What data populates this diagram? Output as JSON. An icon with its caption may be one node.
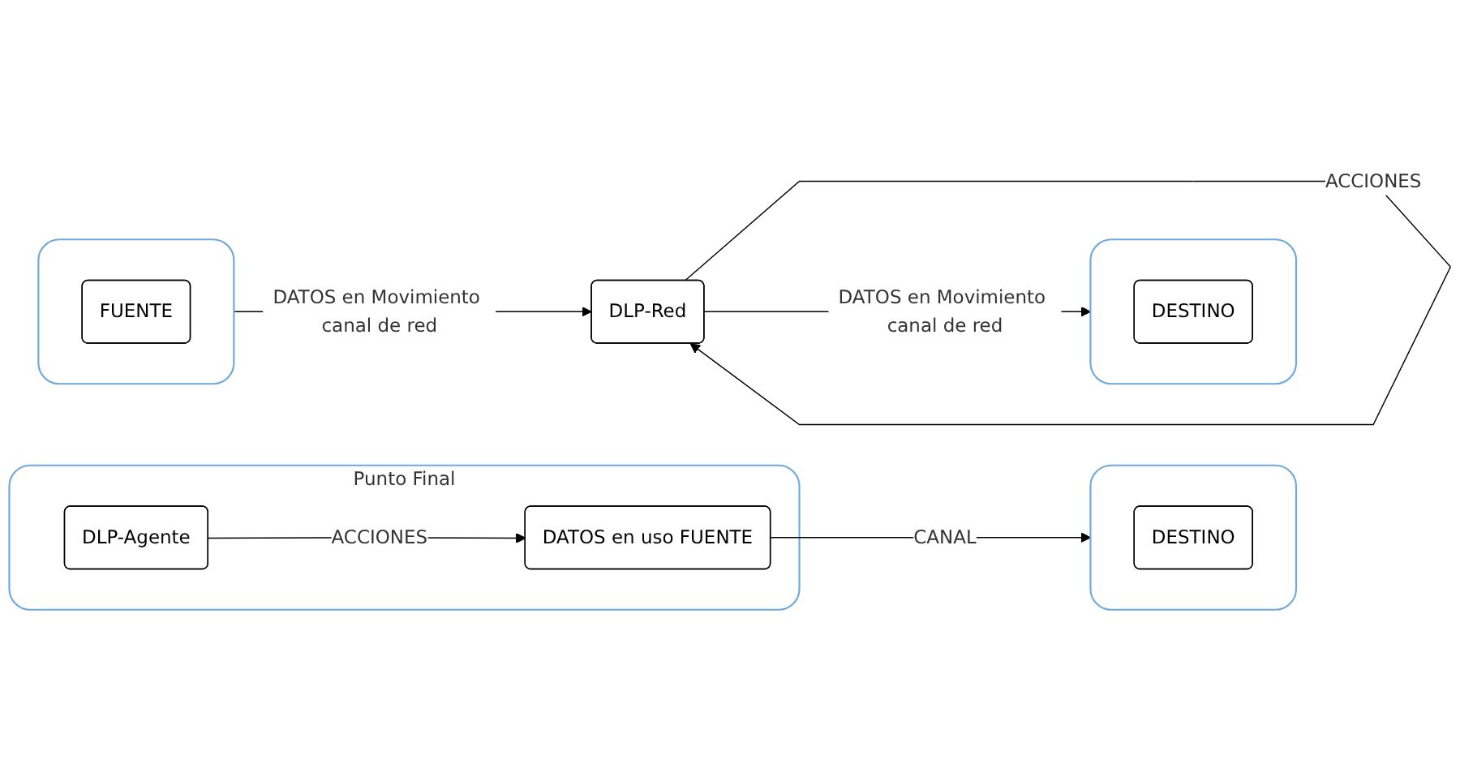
{
  "diagram": {
    "nodes": [
      {
        "text": [
          "Punto Final"
        ]
      },
      {
        "text": [
          "DLP-Agente"
        ],
        "in": 0
      },
      {
        "text": [
          "DATOS en uso FUENTE"
        ],
        "in": 0
      },
      {
        "text": [],
        "shape": "box"
      },
      {
        "text": [
          "DESTINO"
        ],
        "in": 3
      },
      {
        "text": [],
        "shape": "box"
      },
      {
        "text": [
          "FUENTE"
        ],
        "in": 5
      },
      {
        "text": [
          "DLP-Red"
        ]
      },
      {
        "text": [],
        "shape": "box"
      },
      {
        "text": [
          "DESTINO"
        ],
        "in": 8
      }
    ],
    "edges": [
      {
        "from": 1,
        "to": 2,
        "label": "ACCIONES",
        "arrow": "to"
      },
      {
        "from": 2,
        "to": 3,
        "label": "CANAL",
        "arrow": "to"
      },
      {
        "from": 5,
        "to": 7,
        "label": "DATOS en Movimiento canal de red",
        "arrow": "to"
      },
      {
        "from": 7,
        "to": 7,
        "label": "ACCIONES",
        "arrow": "to"
      },
      {
        "from": 7,
        "to": 8,
        "label": "DATOS en Movimiento canal de red",
        "arrow": "to"
      }
    ]
  }
}
